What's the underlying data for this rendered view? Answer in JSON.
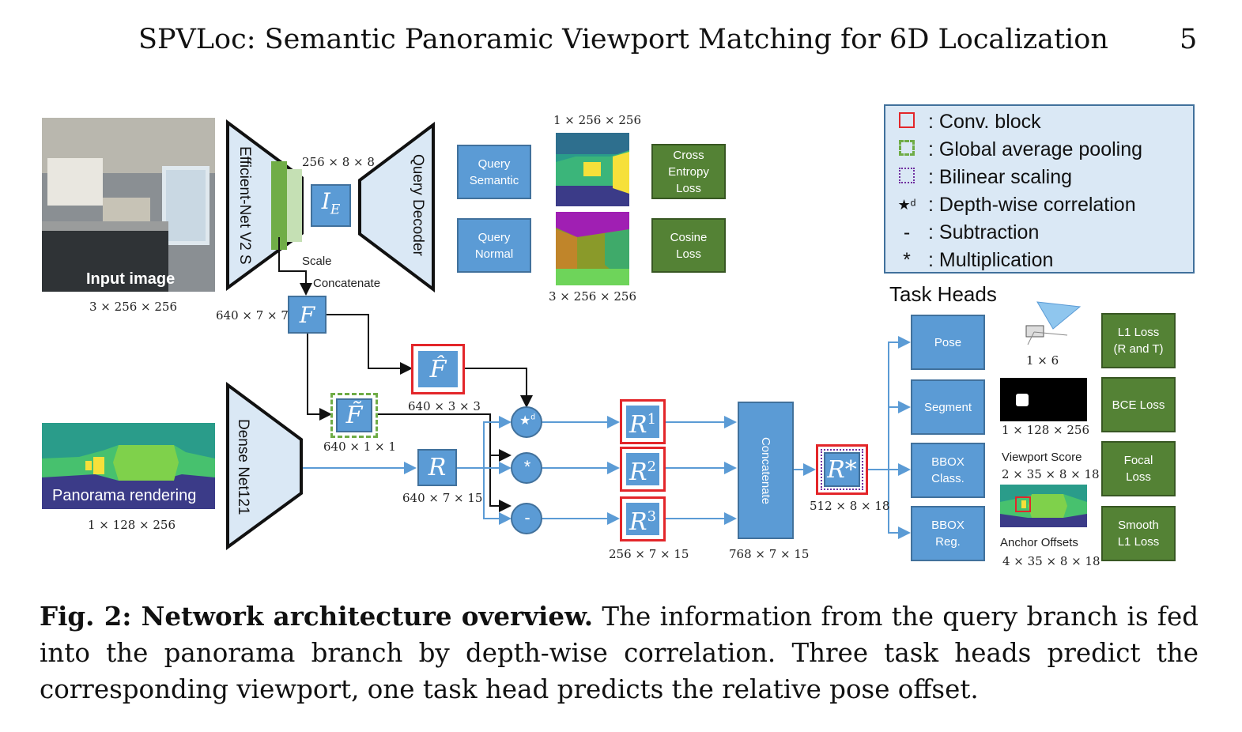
{
  "header": {
    "title": "SPVLoc: Semantic Panoramic Viewport Matching for 6D Localization",
    "page_number": "5"
  },
  "inputs": {
    "input_image_label": "Input image",
    "input_image_dim": "3 × 256 × 256",
    "panorama_label": "Panorama rendering",
    "panorama_dim": "1 × 128 × 256"
  },
  "encoders": {
    "query_encoder": "Efficient-Net V2 S",
    "panorama_encoder": "Dense Net121",
    "query_decoder": "Query Decoder",
    "ie_dim": "256 × 8 × 8",
    "scale": "Scale",
    "concatenate": "Concatenate",
    "f_dim": "640 × 7 × 7"
  },
  "decoder_outputs": {
    "semantic_dim": "1 × 256 × 256",
    "normal_dim": "3 × 256 × 256",
    "query_semantic": [
      "Query",
      "Semantic"
    ],
    "query_normal": [
      "Query",
      "Normal"
    ],
    "ce_loss": [
      "Cross",
      "Entropy",
      "Loss"
    ],
    "cos_loss": [
      "Cosine",
      "Loss"
    ]
  },
  "matching": {
    "fhat_dim": "640 × 3 × 3",
    "ftilde_dim": "640 × 1 × 1",
    "r_dim": "640 × 7 × 15",
    "r123_dim": "256 × 7 × 15",
    "concat_label": "Concatenate",
    "concat_dim": "768 × 7 × 15",
    "rstar_dim": "512 × 8 × 18",
    "ops": {
      "corr": "★",
      "corr_sup": "d",
      "mul": "*",
      "sub": "-"
    },
    "sup": {
      "r1": "1",
      "r2": "2",
      "r3": "3"
    }
  },
  "legend": {
    "items": [
      {
        "marker": "□",
        "label": ": Conv. block",
        "color": "#e3262a"
      },
      {
        "marker": "◻",
        "label": ": Global average pooling",
        "color": "#6fac46"
      },
      {
        "marker": "◻",
        "label": ": Bilinear scaling",
        "color": "#7030a0"
      },
      {
        "marker": "★ᵈ",
        "label": ": Depth-wise correlation",
        "color": "#111111"
      },
      {
        "marker": "-",
        "label": ": Subtraction",
        "color": "#111111"
      },
      {
        "marker": "*",
        "label": ": Multiplication",
        "color": "#111111"
      }
    ]
  },
  "task_heads": {
    "title": "Task Heads",
    "heads": [
      {
        "label": [
          "Pose"
        ]
      },
      {
        "label": [
          "Segment"
        ]
      },
      {
        "label": [
          "BBOX",
          "Class."
        ]
      },
      {
        "label": [
          "BBOX",
          "Reg."
        ]
      }
    ],
    "pose_dim": "1 × 6",
    "segment_dim": "1 × 128 × 256",
    "viewport_score": "Viewport Score",
    "viewport_dim": "2 × 35 × 8 × 18",
    "anchor_offsets": "Anchor Offsets",
    "anchor_dim": "4 × 35 × 8 × 18",
    "losses": [
      {
        "label": [
          "L1 Loss",
          "(R and T)"
        ]
      },
      {
        "label": [
          "BCE Loss"
        ]
      },
      {
        "label": [
          "Focal",
          "Loss"
        ]
      },
      {
        "label": [
          "Smooth",
          "L1 Loss"
        ]
      }
    ]
  },
  "caption": {
    "prefix": "Fig. 2: Network architecture overview.",
    "text": " The information from the query branch is fed into the panorama branch by depth-wise correlation. Three task heads predict the corresponding viewport, one task head predicts the relative pose offset."
  }
}
